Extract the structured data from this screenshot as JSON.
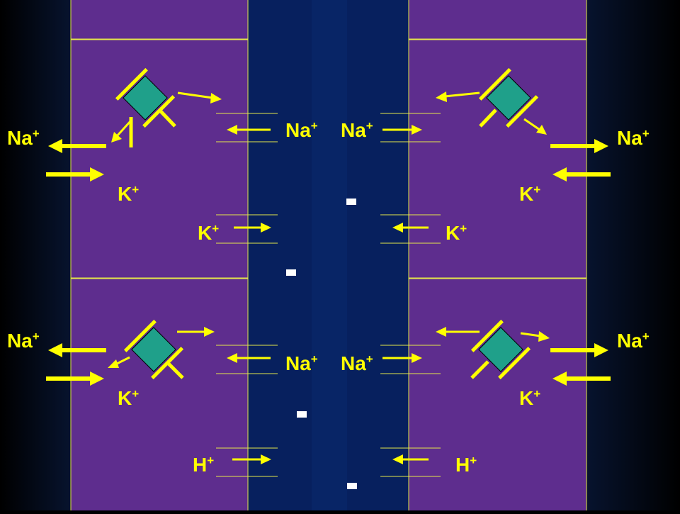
{
  "colors": {
    "background_edge": "#000000",
    "cell": "#5e2d8e",
    "lumen": "#07205e",
    "border": "#e6e84a",
    "ion_label": "#ffff00",
    "arrow": "#ffff00",
    "pump": "#1fa08a"
  },
  "ions": {
    "na": "Na",
    "k": "K",
    "h": "H",
    "charge": "+"
  },
  "minus_sign": "-",
  "labels": [
    {
      "id": "na-far-left-top",
      "ion": "na"
    },
    {
      "id": "k-left-top",
      "ion": "k"
    },
    {
      "id": "na-lumen-left-top",
      "ion": "na"
    },
    {
      "id": "k-lumen-left-top",
      "ion": "k"
    },
    {
      "id": "na-lumen-right-top",
      "ion": "na"
    },
    {
      "id": "k-lumen-right-top",
      "ion": "k"
    },
    {
      "id": "na-far-right-top",
      "ion": "na"
    },
    {
      "id": "k-right-top",
      "ion": "k"
    },
    {
      "id": "na-far-left-bot",
      "ion": "na"
    },
    {
      "id": "k-left-bot",
      "ion": "k"
    },
    {
      "id": "na-lumen-left-bot",
      "ion": "na"
    },
    {
      "id": "h-lumen-left",
      "ion": "h"
    },
    {
      "id": "na-lumen-right-bot",
      "ion": "na"
    },
    {
      "id": "h-lumen-right",
      "ion": "h"
    },
    {
      "id": "na-far-right-bot",
      "ion": "na"
    },
    {
      "id": "k-right-bot",
      "ion": "k"
    }
  ],
  "minus_marks": 4,
  "pumps": 4
}
